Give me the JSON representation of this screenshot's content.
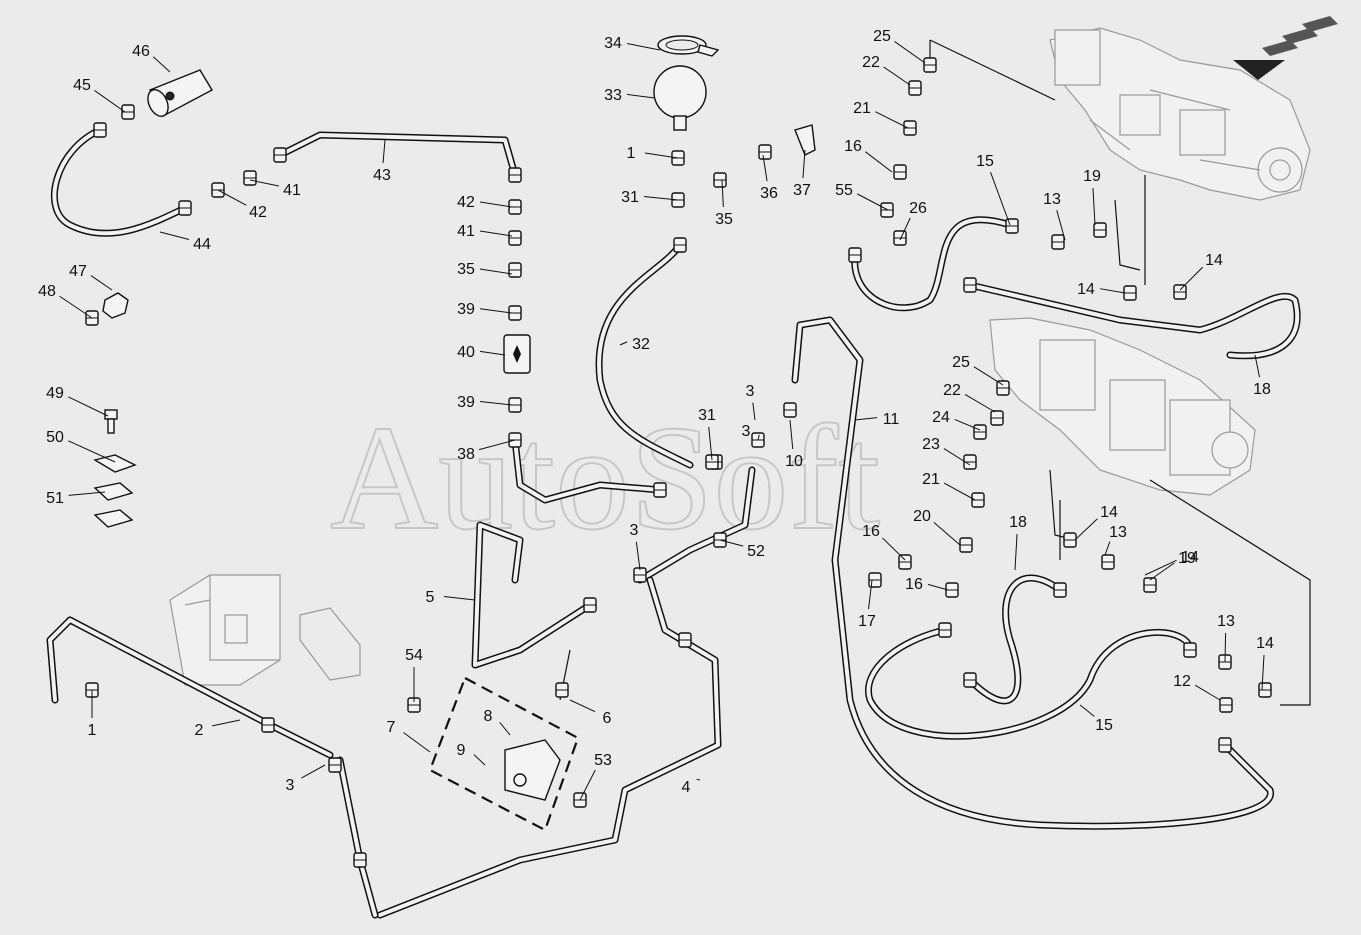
{
  "watermark": "AutoSoft",
  "callouts": [
    "1",
    "1",
    "2",
    "3",
    "3",
    "3",
    "3",
    "4",
    "5",
    "6",
    "7",
    "8",
    "9",
    "10",
    "11",
    "12",
    "13",
    "13",
    "13",
    "14",
    "14",
    "14",
    "14",
    "14",
    "15",
    "15",
    "16",
    "16",
    "16",
    "17",
    "18",
    "18",
    "19",
    "19",
    "20",
    "21",
    "21",
    "22",
    "22",
    "23",
    "24",
    "25",
    "25",
    "26",
    "31",
    "31",
    "32",
    "33",
    "34",
    "35",
    "35",
    "36",
    "37",
    "38",
    "39",
    "39",
    "40",
    "41",
    "41",
    "42",
    "42",
    "43",
    "44",
    "45",
    "46",
    "47",
    "48",
    "49",
    "50",
    "51",
    "52",
    "53",
    "54",
    "55"
  ]
}
